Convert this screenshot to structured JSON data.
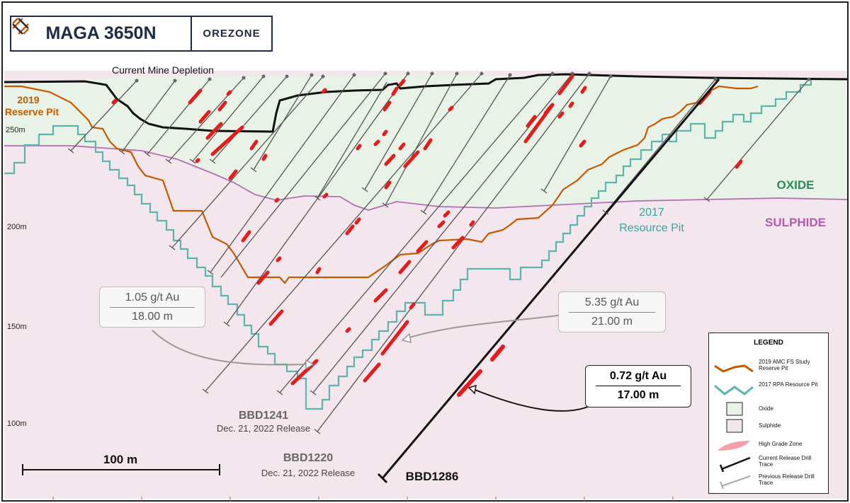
{
  "title": "MAGA 3650N",
  "logo": {
    "text": "OREZONE",
    "icon": "orezone-logo-icon"
  },
  "labels": {
    "mine_depletion": "Current Mine Depletion",
    "reserve_pit": [
      "2019",
      "Reserve Pit"
    ],
    "resource_pit": [
      "2017",
      "Resource Pit"
    ],
    "oxide": "OXIDE",
    "sulphide": "SULPHIDE"
  },
  "elevations": [
    "250m",
    "200m",
    "150m",
    "100m"
  ],
  "scale_bar": {
    "label": "100 m"
  },
  "callouts": [
    {
      "id": "bbd1241",
      "grade": "1.05 g/t Au",
      "length": "18.00 m"
    },
    {
      "id": "bbd1220",
      "grade": "5.35 g/t Au",
      "length": "21.00 m"
    },
    {
      "id": "bbd1286",
      "grade": "0.72 g/t Au",
      "length": "17.00 m"
    }
  ],
  "holes": [
    {
      "name": "BBD1241",
      "release": "Dec. 21, 2022 Release"
    },
    {
      "name": "BBD1220",
      "release": "Dec. 21, 2022 Release"
    },
    {
      "name": "BBD1286"
    }
  ],
  "legend": {
    "title": "LEGEND",
    "items": [
      "2019 AMC FS Study Reserve Pit",
      "2017 RPA Resource Pit",
      "Oxide",
      "Sulphide",
      "High Grade Zone",
      "Current Release Drill Trace",
      "Previous Release Drill Trace"
    ]
  },
  "colors": {
    "reserve_pit": "#c45a00",
    "resource_pit": "#5bb5ad",
    "oxide_fill": "#e8f2e6",
    "sulphide_fill": "#f3e6ec",
    "oxide_sulphide_boundary": "#b46fb2",
    "high_grade": "#e61b1b",
    "oxide_label": "#2e8b57",
    "sulphide_label": "#b65aae",
    "pit_label_resource": "#3aa39b"
  }
}
